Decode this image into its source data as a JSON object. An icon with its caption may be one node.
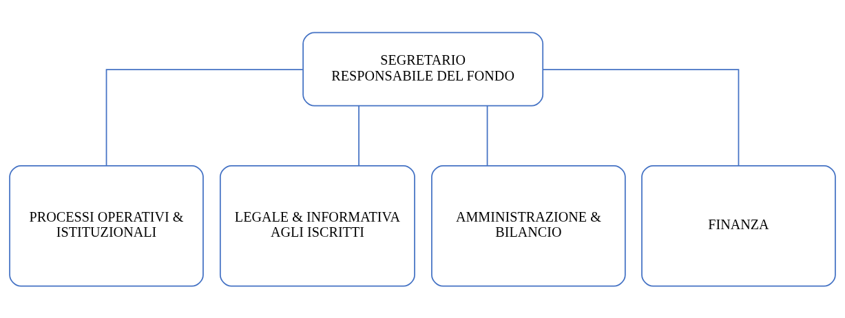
{
  "diagram": {
    "nodes": [
      {
        "text": [
          "SEGRETARIO",
          "RESPONSABILE DEL FONDO"
        ]
      },
      {
        "text": [
          "PROCESSI OPERATIVI & ISTITUZIONALI"
        ]
      },
      {
        "text": [
          "LEGALE & INFORMATIVA AGLI ISCRITTI"
        ]
      },
      {
        "text": [
          "AMMINISTRAZIONE & BILANCIO"
        ]
      },
      {
        "text": [
          "FINANZA"
        ]
      }
    ],
    "edges": [
      {
        "from": 0,
        "to": 1,
        "arrow": "none"
      },
      {
        "from": 0,
        "to": 2,
        "arrow": "none"
      },
      {
        "from": 0,
        "to": 3,
        "arrow": "none"
      },
      {
        "from": 0,
        "to": 4,
        "arrow": "none"
      }
    ]
  }
}
